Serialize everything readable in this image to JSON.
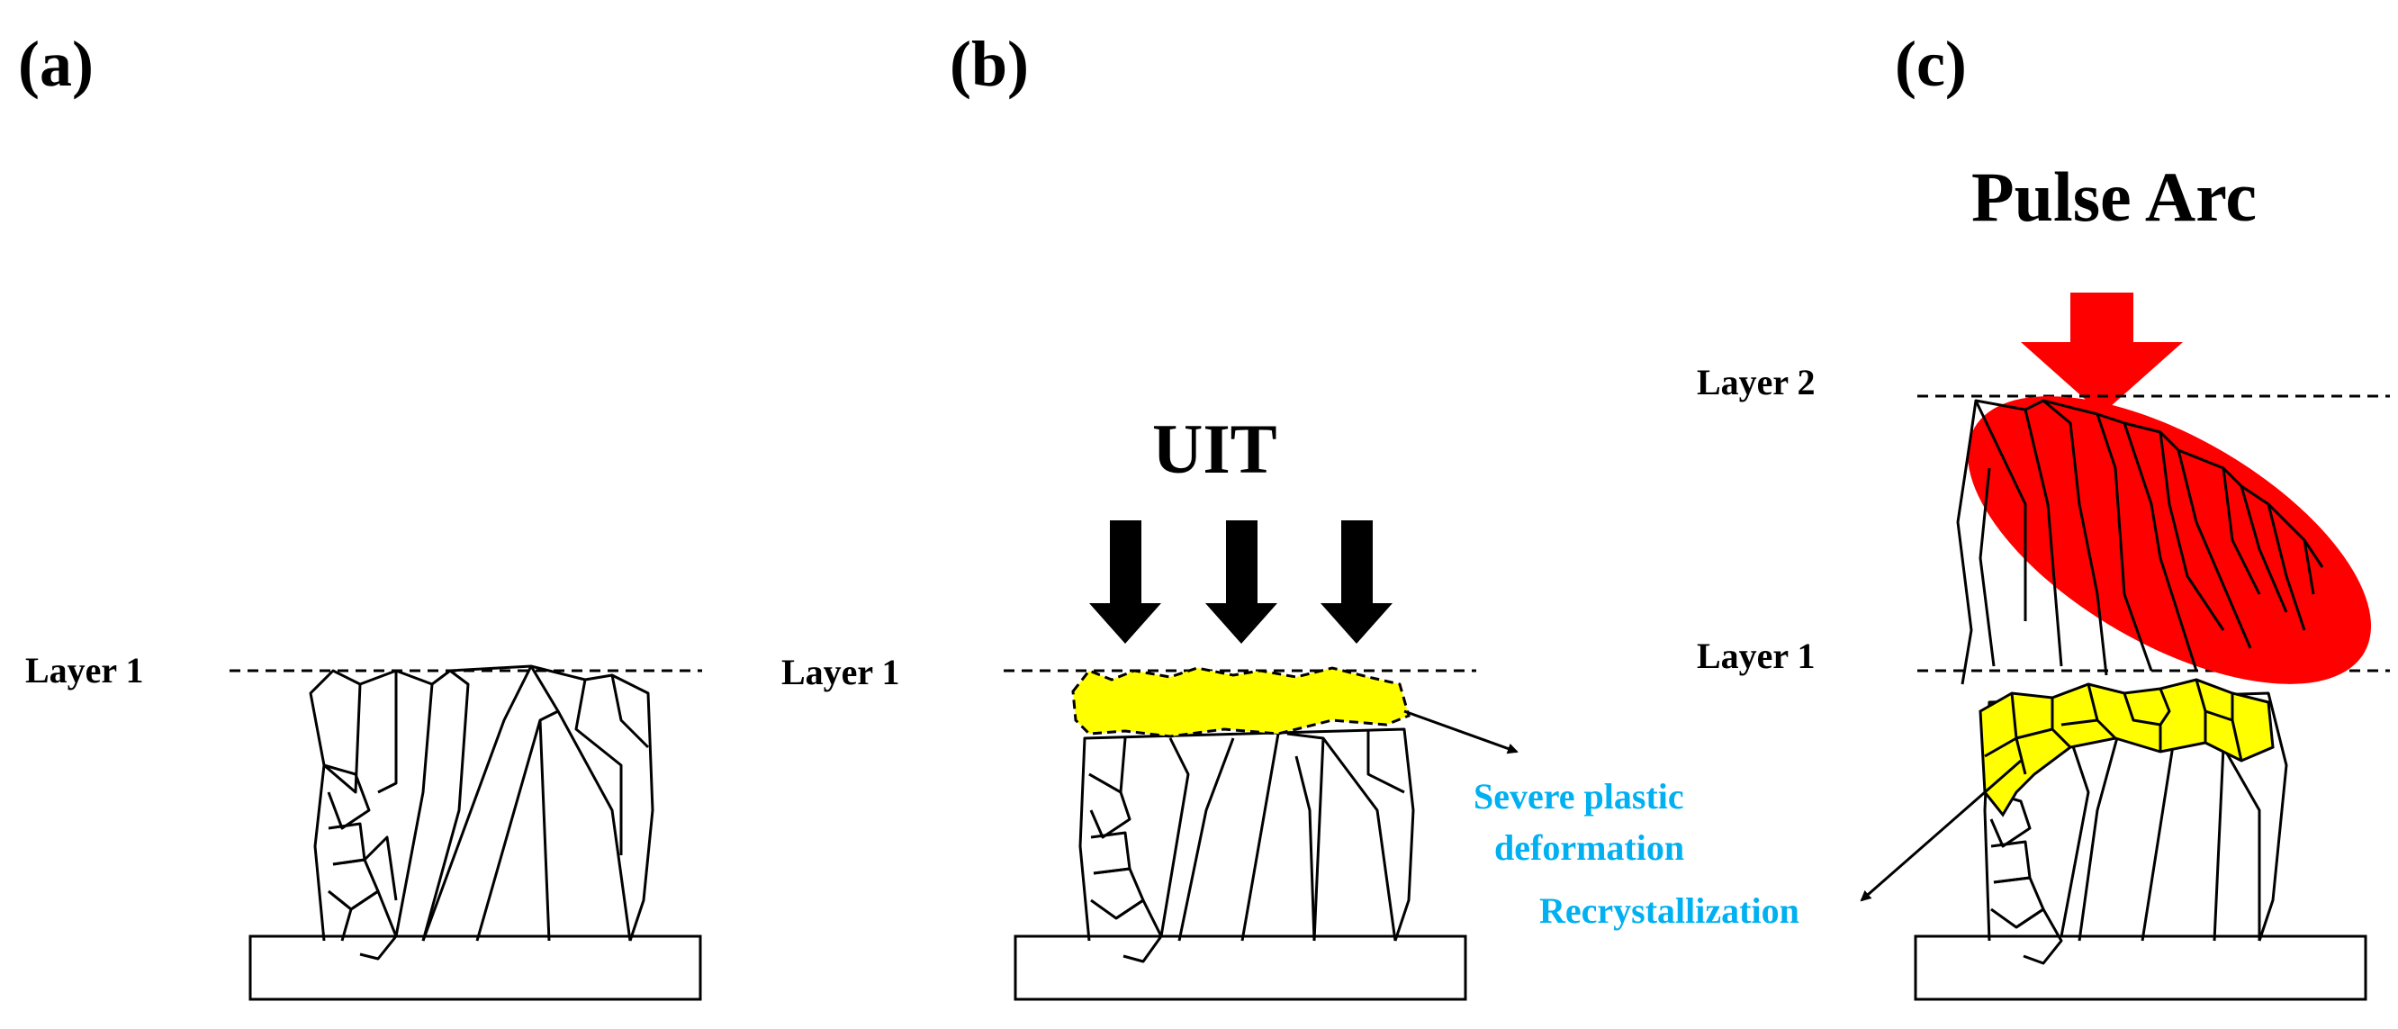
{
  "panels": {
    "a": {
      "label": "(a)",
      "layer_label": "Layer 1"
    },
    "b": {
      "label": "(b)",
      "layer_label": "Layer 1",
      "treatment_label": "UIT",
      "annotation_line1": "Severe plastic",
      "annotation_line2": "deformation"
    },
    "c": {
      "label": "(c)",
      "heat_source_label": "Pulse Arc",
      "layer2_label": "Layer 2",
      "layer1_label": "Layer 1",
      "annotation": "Recrystallization"
    }
  },
  "colors": {
    "deformation_zone": "#ffff00",
    "arc_zone": "#ff0000",
    "annotation_text": "#00b0f0",
    "arrow_black": "#000000",
    "arrow_red": "#ff0000"
  }
}
